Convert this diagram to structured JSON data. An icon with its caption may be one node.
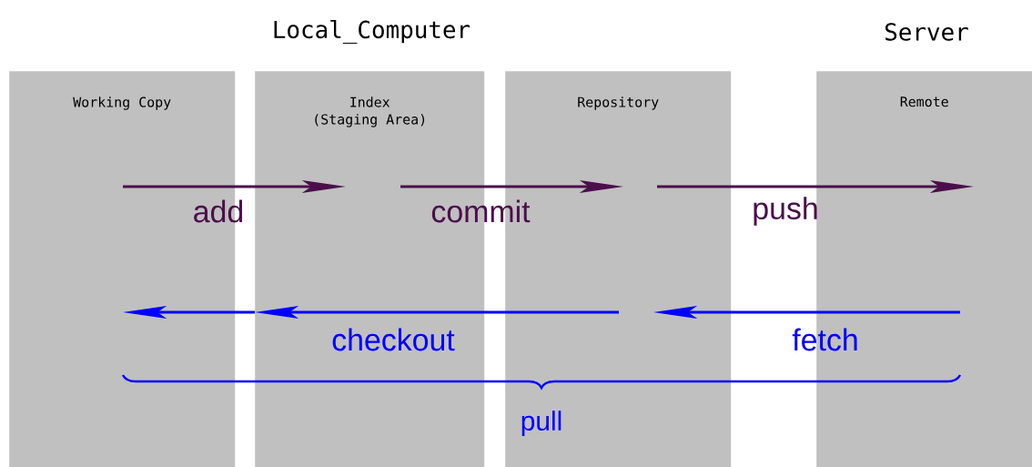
{
  "diagram": {
    "nodes": [
      {
        "text": [
          "Working Copy"
        ]
      },
      {
        "text": [
          "Index",
          "(Staging Area)"
        ]
      },
      {
        "text": [
          "Repository"
        ]
      },
      {
        "text": [
          "Remote"
        ]
      }
    ],
    "edges": [
      {
        "from": 0,
        "to": 1,
        "arrow": "to",
        "label": "add"
      },
      {
        "from": 1,
        "to": 2,
        "arrow": "to",
        "label": "commit"
      },
      {
        "from": 2,
        "to": 3,
        "arrow": "to",
        "label": "push"
      },
      {
        "from": 2,
        "to": 1,
        "arrow": "to",
        "label": "checkout",
        "color": "#0000ff"
      },
      {
        "from": 1,
        "to": 0,
        "arrow": "to",
        "color": "#0000ff"
      },
      {
        "from": 3,
        "to": 2,
        "arrow": "to",
        "label": "fetch",
        "color": "#0000ff"
      }
    ],
    "labels": [
      "Local_Computer",
      "Server",
      "pull"
    ]
  }
}
